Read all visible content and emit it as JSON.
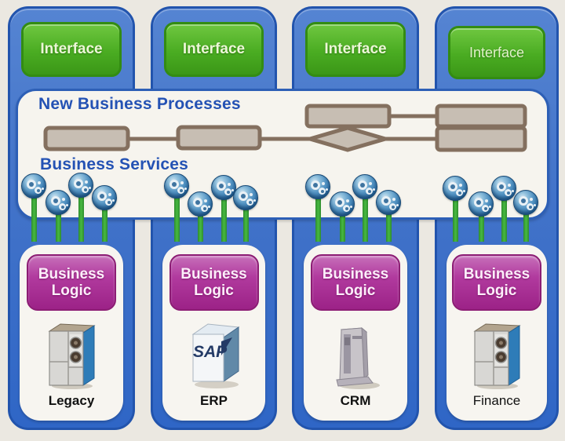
{
  "panel": {
    "processes_title": "New Business Processes",
    "services_title": "Business Services"
  },
  "columns": [
    {
      "interface_label": "Interface",
      "logic_line1": "Business",
      "logic_line2": "Logic",
      "system_label": "Legacy",
      "icon": "mainframe-icon"
    },
    {
      "interface_label": "Interface",
      "logic_line1": "Business",
      "logic_line2": "Logic",
      "system_label": "ERP",
      "icon": "sap-box-icon"
    },
    {
      "interface_label": "Interface",
      "logic_line1": "Business",
      "logic_line2": "Logic",
      "system_label": "CRM",
      "icon": "tower-server-icon"
    },
    {
      "interface_label": "Interface",
      "logic_line1": "Business",
      "logic_line2": "Logic",
      "system_label": "Finance",
      "icon": "mainframe-icon"
    }
  ],
  "process_flow": {
    "type": "bpmn-flow",
    "task_boxes": 5,
    "gateways": 1,
    "description": "two task rows connected through a decision diamond"
  },
  "services": {
    "spheres_per_column": 4,
    "total_spheres": 16,
    "icon": "service-sphere-icon"
  },
  "colors": {
    "page_bg": "#ebe8e1",
    "column_blue": "#3f72c8",
    "column_border": "#2254ad",
    "interface_green": "#4aac22",
    "interface_border": "#338c12",
    "panel_bg": "#f6f4ee",
    "panel_border": "#2d5fb6",
    "heading_blue": "#2452b4",
    "flow_border_brown": "#84705f",
    "flow_fill_tan": "#c7beb3",
    "stem_green": "#3aa437",
    "sphere_blue": "#4e86b8",
    "logic_magenta": "#a8278f",
    "logic_border": "#8c1d74",
    "label_black": "#111111"
  }
}
